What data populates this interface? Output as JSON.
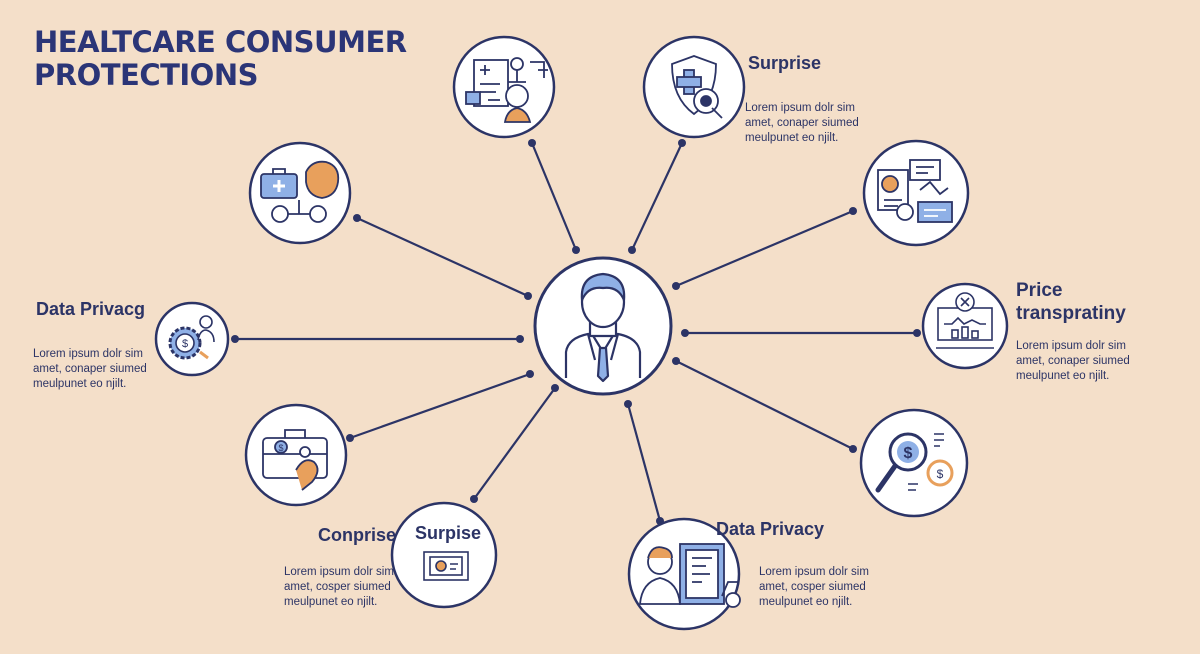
{
  "title": {
    "line1": "HEALTCARE CONSUMER",
    "line2": "PROTECTIONS"
  },
  "center": {
    "icon": "doctor-icon"
  },
  "items": [
    {
      "id": "top-left",
      "icon": "medical-chart-icon"
    },
    {
      "id": "upper-left",
      "icon": "first-aid-kit-icon"
    },
    {
      "id": "data-privacy-left",
      "icon": "gear-money-icon",
      "label": "Data Privacg",
      "desc": [
        "Lorem ipsum dolr sim",
        "amet, conaper siumed",
        "meulpunet eo njilt."
      ]
    },
    {
      "id": "lower-left",
      "icon": "briefcase-icon"
    },
    {
      "id": "surpise-bottom",
      "icon": "document-frame-icon",
      "label": "Surpise",
      "label2": "Conprise",
      "desc": [
        "Lorem ipsum dolr sim",
        "amet, cosper siumed",
        "meulpunet eo njilt."
      ]
    },
    {
      "id": "data-privacy-bottom",
      "icon": "doctor-report-icon",
      "label": "Data Privacy",
      "desc": [
        "Lorem ipsum dolr sim",
        "amet, cosper siumed",
        "meulpunet eo njilt."
      ]
    },
    {
      "id": "lower-right",
      "icon": "magnifier-dollar-icon"
    },
    {
      "id": "price-transparency",
      "icon": "price-chart-icon",
      "label": [
        "Price",
        "transpratiny"
      ],
      "desc": [
        "Lorem ipsum dolr sim",
        "amet, conaper siumed",
        "meulpunet eo njilt."
      ]
    },
    {
      "id": "upper-right",
      "icon": "analytics-board-icon"
    },
    {
      "id": "surprise-top",
      "icon": "shield-cross-icon",
      "label": "Surprise",
      "desc": [
        "Lorem ipsum dolr sim",
        "amet, conaper siumed",
        "meulpunet eo njilt."
      ]
    }
  ],
  "colors": {
    "background": "#f4dfc9",
    "navy": "#2c3466",
    "accent_orange": "#e8a05c",
    "accent_blue": "#8fb0e6"
  }
}
